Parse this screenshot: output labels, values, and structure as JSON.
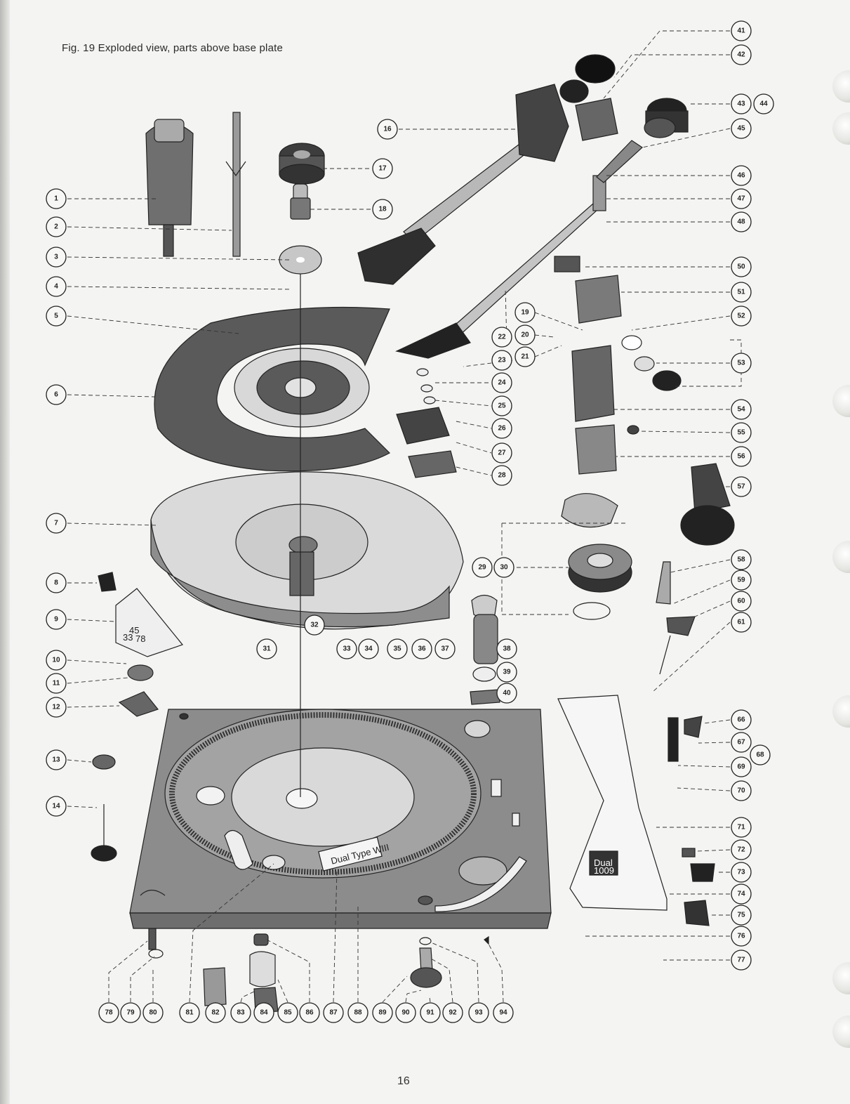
{
  "caption": "Fig. 19 Exploded view, parts above base plate",
  "page_number": "16",
  "plate_markings": {
    "brand_plate": "Dual",
    "type_plate": "Type WIII",
    "panel_brand": "Dual",
    "panel_model": "1009",
    "speeds": [
      "33",
      "45",
      "78"
    ]
  },
  "callouts": [
    "1",
    "2",
    "3",
    "4",
    "5",
    "6",
    "7",
    "8",
    "9",
    "10",
    "11",
    "12",
    "13",
    "14",
    "16",
    "17",
    "18",
    "19",
    "20",
    "21",
    "22",
    "23",
    "24",
    "25",
    "26",
    "27",
    "28",
    "29",
    "30",
    "31",
    "32",
    "33",
    "34",
    "35",
    "36",
    "37",
    "38",
    "39",
    "40",
    "41",
    "42",
    "43",
    "44",
    "45",
    "46",
    "47",
    "48",
    "50",
    "51",
    "52",
    "53",
    "54",
    "55",
    "56",
    "57",
    "58",
    "59",
    "60",
    "61",
    "66",
    "67",
    "68",
    "69",
    "70",
    "71",
    "72",
    "73",
    "74",
    "75",
    "76",
    "77",
    "78",
    "79",
    "80",
    "81",
    "82",
    "83",
    "84",
    "85",
    "86",
    "87",
    "88",
    "89",
    "90",
    "91",
    "92",
    "93",
    "94"
  ],
  "colors": {
    "ink": "#222222",
    "paper": "#f4f4f2",
    "platter": "#5d5d5d",
    "plate": "#8f8f8f",
    "mat": "#c9c9c9"
  }
}
